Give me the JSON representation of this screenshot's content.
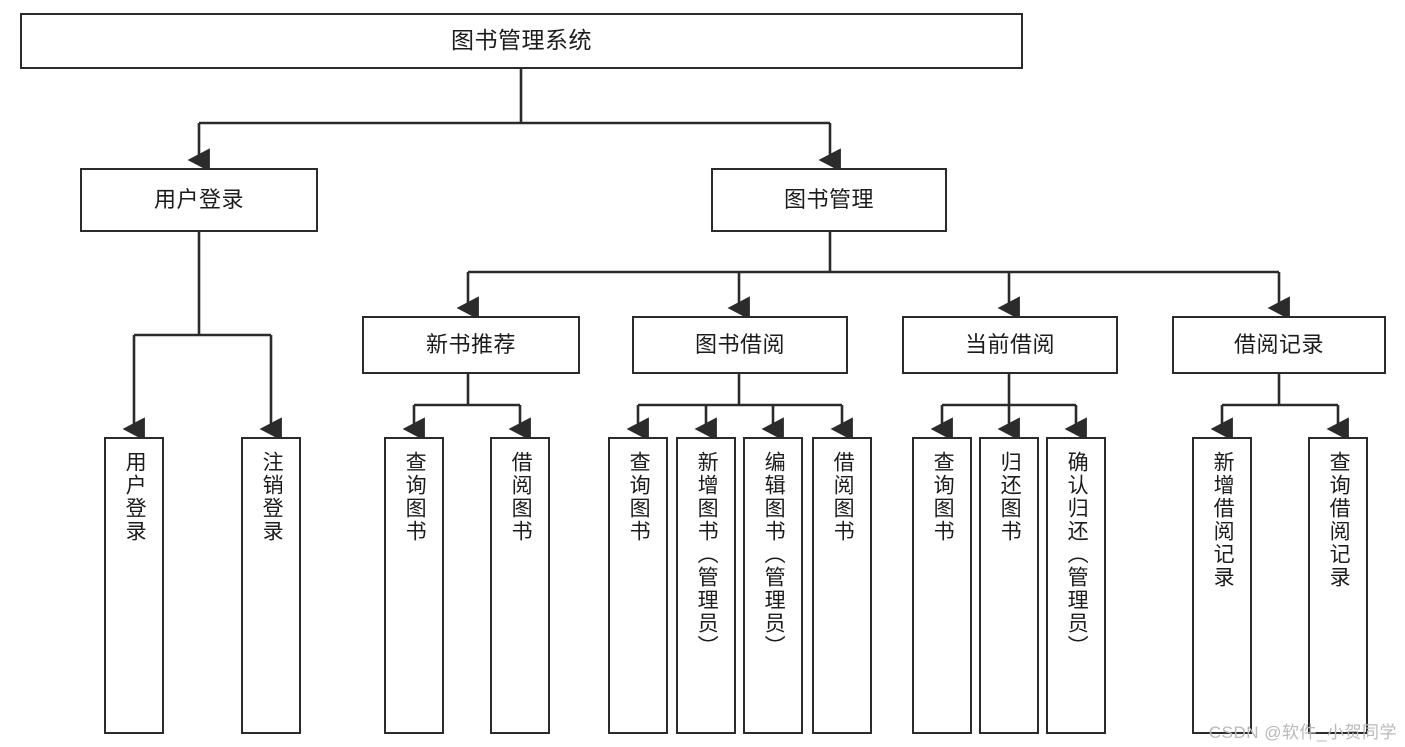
{
  "diagram": {
    "title": "图书管理系统",
    "type": "tree-hierarchy-chart",
    "watermark": "CSDN @软件_小贺同学",
    "colors": {
      "border": "#2b2b2b",
      "background": "#ffffff",
      "text": "#1c1c1c",
      "edge": "#2b2b2b",
      "watermark": "#b9b9b9"
    },
    "root": {
      "label": "图书管理系统"
    },
    "level2": [
      {
        "label": "用户登录"
      },
      {
        "label": "图书管理"
      }
    ],
    "level3": [
      {
        "label": "新书推荐"
      },
      {
        "label": "图书借阅"
      },
      {
        "label": "当前借阅"
      },
      {
        "label": "借阅记录"
      }
    ],
    "leaves": {
      "user_login": [
        {
          "label": "用户登录"
        },
        {
          "label": "注销登录"
        }
      ],
      "new_book": [
        {
          "label": "查询图书"
        },
        {
          "label": "借阅图书"
        }
      ],
      "book_borrow": [
        {
          "label": "查询图书"
        },
        {
          "label": "新增图书（管理员）"
        },
        {
          "label": "编辑图书（管理员）"
        },
        {
          "label": "借阅图书"
        }
      ],
      "current_borrow": [
        {
          "label": "查询图书"
        },
        {
          "label": "归还图书"
        },
        {
          "label": "确认归还（管理员）"
        }
      ],
      "borrow_record": [
        {
          "label": "新增借阅记录"
        },
        {
          "label": "查询借阅记录"
        }
      ]
    }
  }
}
